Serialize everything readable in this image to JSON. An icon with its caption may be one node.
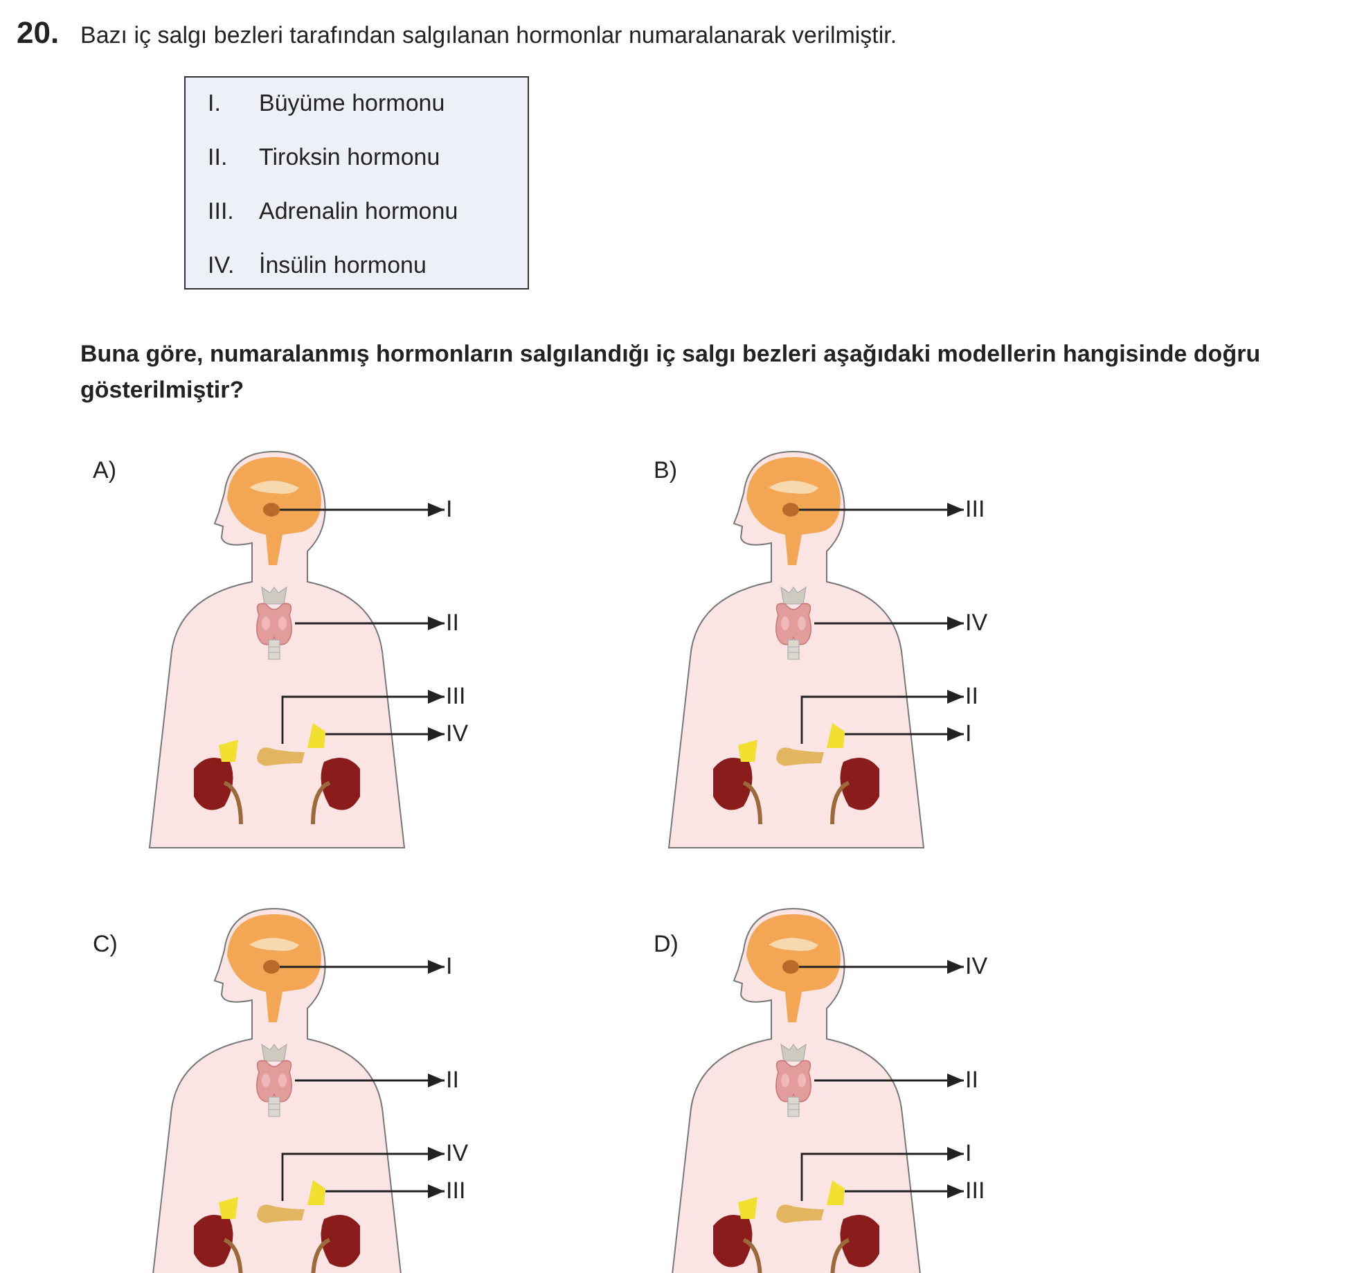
{
  "diagram": {
    "nodes": [
      {
        "text": [],
        "shape": "picture"
      },
      {
        "text": [
          "I"
        ]
      },
      {
        "text": [],
        "shape": "picture"
      },
      {
        "text": [
          "II"
        ]
      },
      {
        "text": [],
        "shape": "picture"
      },
      {
        "text": [
          "III"
        ]
      },
      {
        "text": [],
        "shape": "picture"
      },
      {
        "text": [
          "IV"
        ]
      },
      {
        "text": [],
        "shape": "picture"
      },
      {
        "text": [
          "III"
        ]
      },
      {
        "text": [],
        "shape": "picture"
      },
      {
        "text": [
          "IV"
        ]
      },
      {
        "text": [],
        "shape": "picture"
      },
      {
        "text": [
          "II"
        ]
      },
      {
        "text": [],
        "shape": "picture"
      },
      {
        "text": [
          "I"
        ]
      },
      {
        "text": [],
        "shape": "picture"
      },
      {
        "text": [
          "I"
        ]
      },
      {
        "text": [],
        "shape": "picture"
      },
      {
        "text": [
          "II"
        ]
      },
      {
        "text": [],
        "shape": "picture"
      },
      {
        "text": [
          "IV"
        ]
      },
      {
        "text": [],
        "shape": "picture"
      },
      {
        "text": [
          "III"
        ]
      },
      {
        "text": [],
        "shape": "picture"
      },
      {
        "text": [
          "IV"
        ]
      },
      {
        "text": [],
        "shape": "picture"
      },
      {
        "text": [
          "II"
        ]
      },
      {
        "text": [],
        "shape": "picture"
      },
      {
        "text": [
          "I"
        ]
      },
      {
        "text": [],
        "shape": "picture"
      },
      {
        "text": [
          "III"
        ]
      }
    ],
    "edges": [
      {
        "from": 0,
        "to": 1,
        "arrow": "to"
      },
      {
        "from": 2,
        "to": 3,
        "arrow": "to"
      },
      {
        "from": 4,
        "to": 5,
        "arrow": "to"
      },
      {
        "from": 6,
        "to": 7,
        "arrow": "to"
      },
      {
        "from": 8,
        "to": 9,
        "arrow": "to"
      },
      {
        "from": 10,
        "to": 11,
        "arrow": "to"
      },
      {
        "from": 12,
        "to": 13,
        "arrow": "to"
      },
      {
        "from": 14,
        "to": 15,
        "arrow": "to"
      },
      {
        "from": 16,
        "to": 17,
        "arrow": "to"
      },
      {
        "from": 18,
        "to": 19,
        "arrow": "to"
      },
      {
        "from": 20,
        "to": 21,
        "arrow": "to"
      },
      {
        "from": 22,
        "to": 23,
        "arrow": "to"
      },
      {
        "from": 24,
        "to": 25,
        "arrow": "to"
      },
      {
        "from": 26,
        "to": 27,
        "arrow": "to"
      },
      {
        "from": 28,
        "to": 29,
        "arrow": "to"
      },
      {
        "from": 30,
        "to": 31,
        "arrow": "to"
      }
    ],
    "labels": [
      "20.",
      "Bazı iç salgı bezleri tarafından salgılanan hormonlar numaralanarak verilmiştir.",
      "I.",
      "Büyüme hormonu",
      "II.",
      "Tiroksin hormonu",
      "III.",
      "Adrenalin hormonu",
      "IV.",
      "İnsülin hormonu",
      "Buna göre, numaralanmış hormonların salgılandığı iç salgı bezleri aşağıdaki modellerin hangisinde doğru gösterilmiştir?",
      "A)",
      "B)",
      "C)",
      "D)"
    ]
  }
}
